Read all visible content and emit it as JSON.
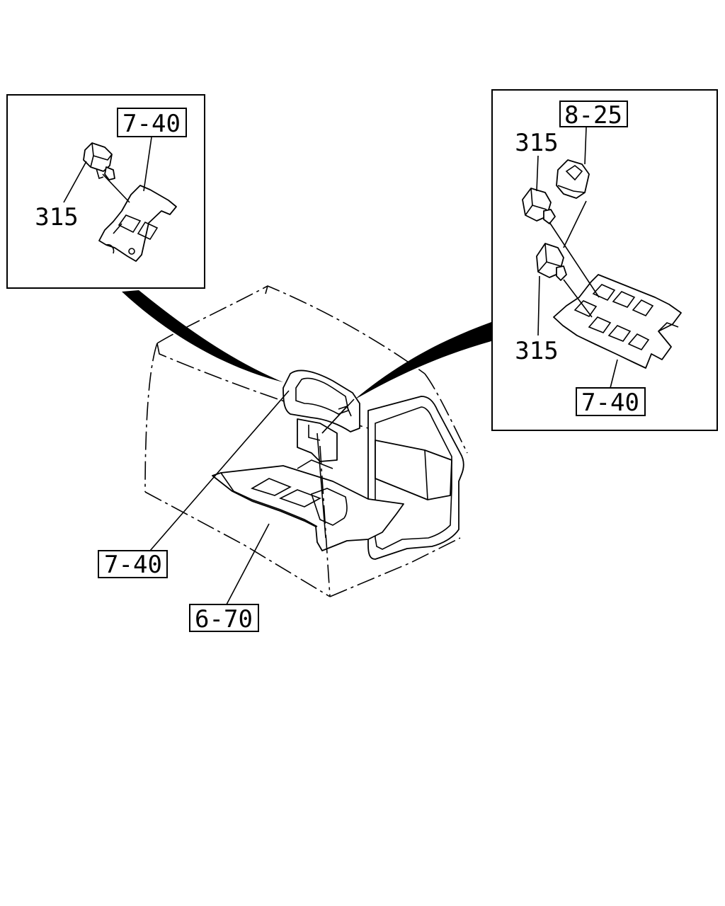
{
  "callouts": {
    "inset_left_ref": "7-40",
    "inset_left_part": "315",
    "inset_right_ref_top": "8-25",
    "inset_right_part_top": "315",
    "inset_right_part_bottom": "315",
    "inset_right_ref_bottom": "7-40",
    "main_ref_dash": "7-40",
    "main_ref_floor": "6-70"
  }
}
